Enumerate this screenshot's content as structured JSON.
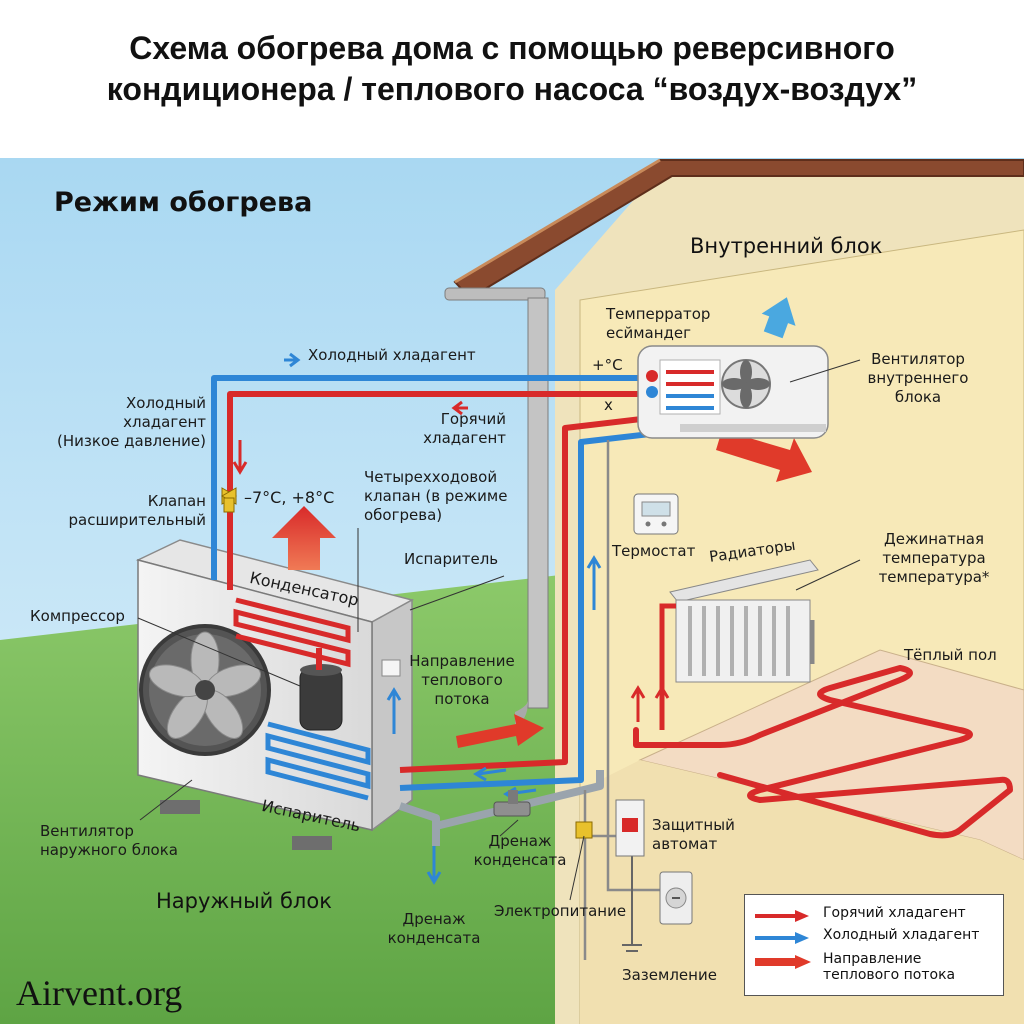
{
  "title": {
    "line1": "Схема обогрева дома с помощью реверсивного",
    "line2": "кондиционера / теплового насоса “воздух-воздух”"
  },
  "mode_title": "Режим обогрева",
  "watermark": "Airvent.org",
  "labels": {
    "indoor_unit": "Внутренний блок",
    "outdoor_unit": "Наружный блок",
    "cold_refrigerant_top": "Холодный хладагент",
    "cold_refrigerant_low_pressure": [
      "Холодный",
      "хладагент",
      "(Низкое давление)"
    ],
    "hot_refrigerant": [
      "Горячий",
      "хладагент"
    ],
    "expansion_valve": [
      "Клапан",
      "расширительный"
    ],
    "temperature_range": "–7°C, +8°C",
    "four_way_valve": [
      "Четырехходовой",
      "клапан (в режиме",
      "обогрева)"
    ],
    "condenser": "Конденсатор",
    "evaporator_top": "Испаритель",
    "evaporator_bottom": "Испаритель",
    "compressor": "Компрессор",
    "heat_flow_direction": [
      "Направление",
      "теплового",
      "потока"
    ],
    "outdoor_fan": [
      "Вентилятор",
      "наружного блока"
    ],
    "condensate_drain_middle": [
      "Дренаж",
      "конденсата"
    ],
    "condensate_drain_bottom": [
      "Дренаж",
      "конденсата"
    ],
    "power_supply": "Электропитание",
    "circuit_breaker": [
      "Защитный",
      "автомат"
    ],
    "grounding": "Заземление",
    "thermostat": "Термостат",
    "radiators": "Радиаторы",
    "target_temperature": [
      "Дежинатная",
      "температура",
      "температура*"
    ],
    "warm_floor": "Тёплый пол",
    "indoor_fan": [
      "Вентилятор",
      "внутреннего",
      "блока"
    ],
    "temp_sensor": [
      "Темперратор",
      "есймандег"
    ],
    "plus_c": "+°C",
    "x_mark": "x"
  },
  "legend": [
    {
      "label": "Горячий хладагент",
      "color": "#d82a2a"
    },
    {
      "label": "Холодный хладагент",
      "color": "#2e86d6"
    },
    {
      "label": "Направление теплового потока",
      "color": "#e03a2a"
    }
  ],
  "colors": {
    "hot": "#d82a2a",
    "cold": "#2e86d6",
    "sky": "#bfe3f5",
    "grass": "#6fb552",
    "wall": "#efe3bc",
    "interior": "#f7e9b8",
    "roof": "#8a4a2f"
  }
}
